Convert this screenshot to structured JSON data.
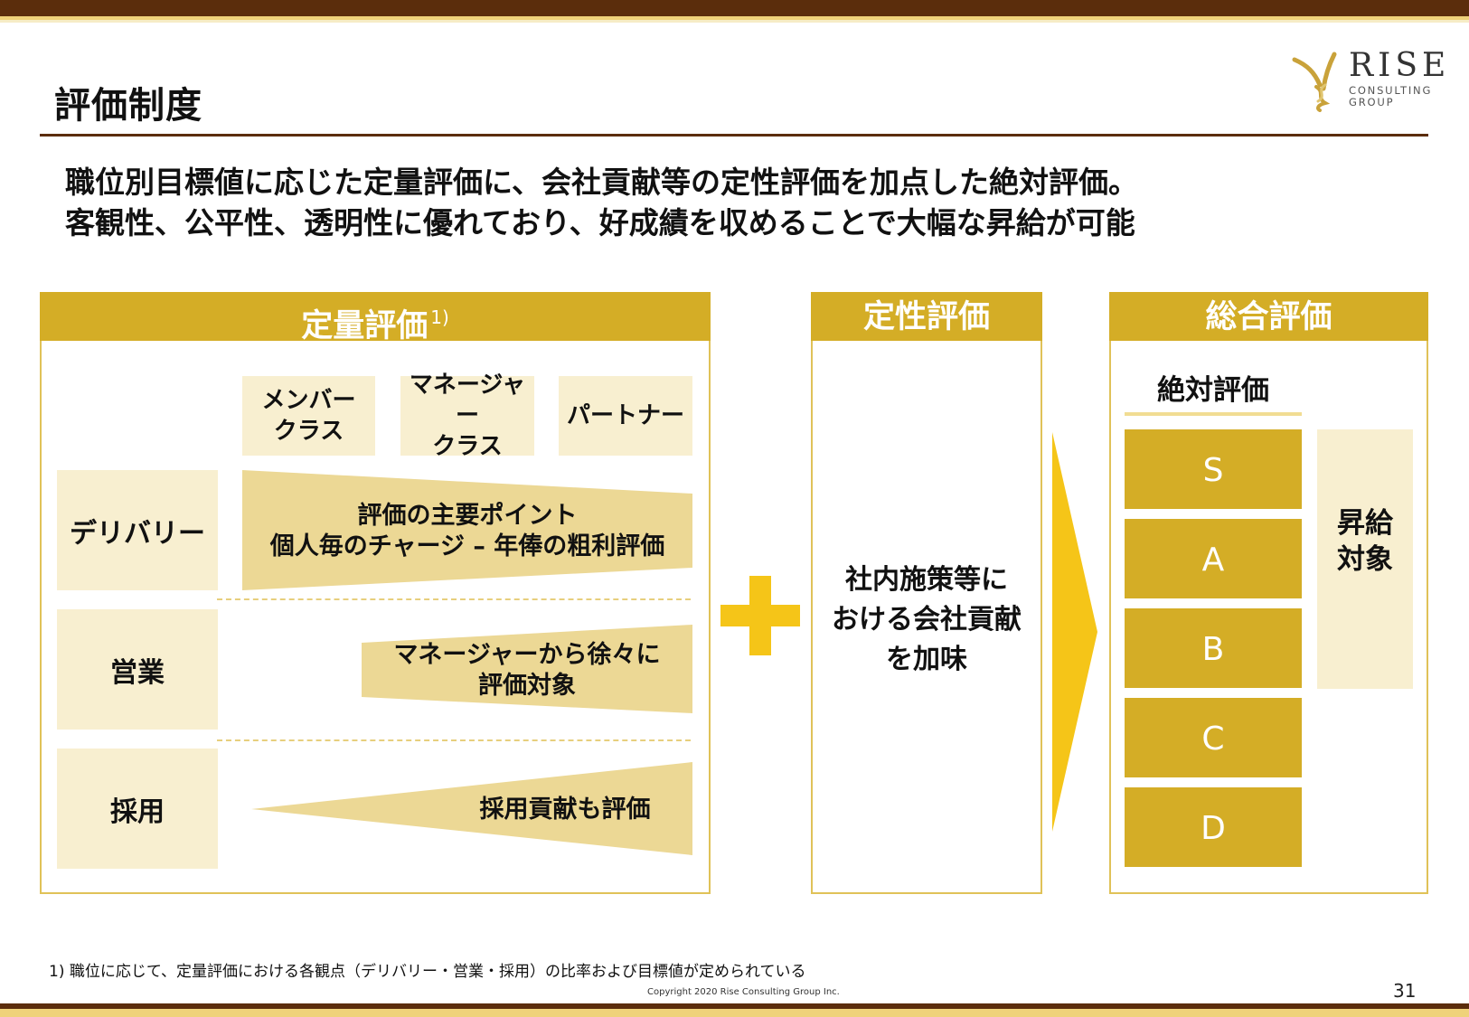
{
  "title": "評価制度",
  "logo": {
    "name": "RISE",
    "sub_line1": "CONSULTING",
    "sub_line2": "GROUP"
  },
  "lead": {
    "line1": "職位別目標値に応じた定量評価に、会社貢献等の定性評価を加点した絶対評価。",
    "line2": "客観性、公平性、透明性に優れており、好成績を収めることで大幅な昇給が可能"
  },
  "quantitative": {
    "header": "定量評価",
    "header_note": "1)",
    "columns": [
      "メンバー\nクラス",
      "マネージャー\nクラス",
      "パートナー"
    ],
    "rows": [
      "デリバリー",
      "営業",
      "採用"
    ],
    "delivery_text_1": "評価の主要ポイント",
    "delivery_text_2": "個人毎のチャージ – 年俸の粗利評価",
    "sales_text_1": "マネージャーから徐々に",
    "sales_text_2": "評価対象",
    "recruit_text": "採用貢献も評価"
  },
  "qualitative": {
    "header": "定性評価",
    "line1": "社内施策等に",
    "line2": "おける会社貢献",
    "line3": "を加味"
  },
  "overall": {
    "header": "総合評価",
    "subheader": "絶対評価",
    "grades": [
      "S",
      "A",
      "B",
      "C",
      "D"
    ],
    "raise_line1": "昇給",
    "raise_line2": "対象"
  },
  "footnote": "1) 職位に応じて、定量評価における各観点（デリバリー・営業・採用）の比率および目標値が定められている",
  "copyright": "Copyright 2020 Rise Consulting Group Inc.",
  "page_number": "31",
  "colors": {
    "brown": "#5b2d0c",
    "gold": "#d4ad26",
    "light_gold": "#ecd895",
    "cream": "#f8efd0",
    "arrow_yellow": "#f5c518"
  }
}
